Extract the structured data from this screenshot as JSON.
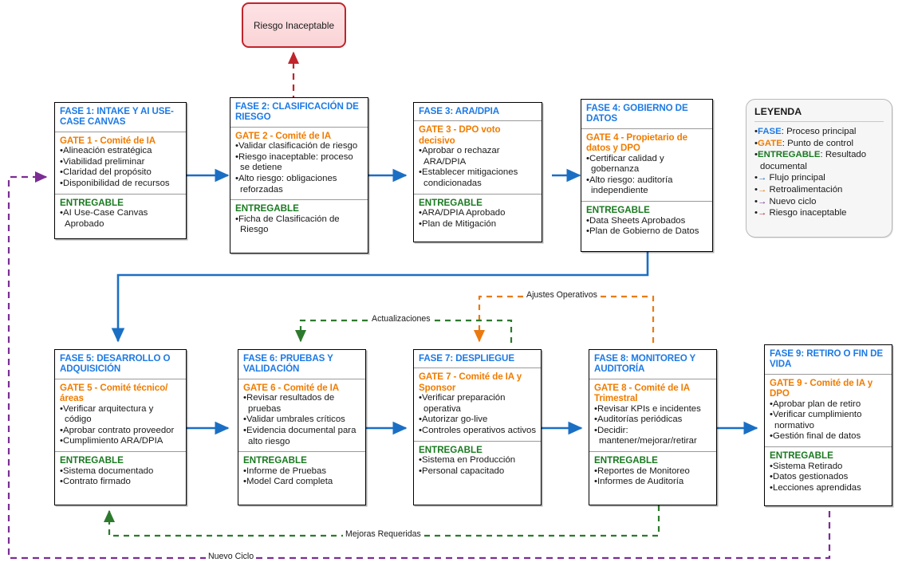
{
  "diagram": {
    "risk_node": {
      "label": "Riesgo Inaceptable"
    },
    "phases": [
      {
        "phase": "FASE 1: INTAKE Y AI USE-CASE CANVAS",
        "gate": "GATE 1 - Comité de IA",
        "gate_items": [
          "Alineación estratégica",
          "Viabilidad preliminar",
          "Claridad del propósito",
          "Disponibilidad de recursos"
        ],
        "deliverable_title": "ENTREGABLE",
        "deliverables": [
          "AI Use-Case Canvas Aprobado"
        ]
      },
      {
        "phase": "FASE 2: CLASIFICACIÓN DE RIESGO",
        "gate": "GATE 2 - Comité de IA",
        "gate_items": [
          "Validar clasificación de riesgo",
          "Riesgo inaceptable: proceso se detiene",
          "Alto riesgo: obligaciones reforzadas"
        ],
        "deliverable_title": "ENTREGABLE",
        "deliverables": [
          "Ficha de Clasificación de Riesgo"
        ]
      },
      {
        "phase": "FASE 3: ARA/DPIA",
        "gate": "GATE 3 - DPO voto decisivo",
        "gate_items": [
          "Aprobar o rechazar ARA/DPIA",
          "Establecer mitigaciones condicionadas"
        ],
        "deliverable_title": "ENTREGABLE",
        "deliverables": [
          "ARA/DPIA Aprobado",
          "Plan de Mitigación"
        ]
      },
      {
        "phase": "FASE 4: GOBIERNO DE DATOS",
        "gate": "GATE 4 - Propietario de datos y DPO",
        "gate_items": [
          "Certificar calidad y gobernanza",
          "Alto riesgo: auditoría independiente"
        ],
        "deliverable_title": "ENTREGABLE",
        "deliverables": [
          "Data Sheets Aprobados",
          "Plan de Gobierno de Datos"
        ]
      },
      {
        "phase": "FASE 5: DESARROLLO O ADQUISICIÓN",
        "gate": "GATE 5 - Comité técnico/áreas",
        "gate_items": [
          "Verificar arquitectura y código",
          "Aprobar contrato proveedor",
          "Cumplimiento ARA/DPIA"
        ],
        "deliverable_title": "ENTREGABLE",
        "deliverables": [
          "Sistema documentado",
          "Contrato firmado"
        ]
      },
      {
        "phase": "FASE 6: PRUEBAS Y VALIDACIÓN",
        "gate": "GATE 6 - Comité de IA",
        "gate_items": [
          "Revisar resultados de pruebas",
          "Validar umbrales críticos",
          "Evidencia documental para alto riesgo"
        ],
        "deliverable_title": "ENTREGABLE",
        "deliverables": [
          "Informe de Pruebas",
          "Model Card completa"
        ]
      },
      {
        "phase": "FASE 7: DESPLIEGUE",
        "gate": "GATE 7 - Comité de IA y Sponsor",
        "gate_items": [
          "Verificar preparación operativa",
          "Autorizar go-live",
          "Controles operativos activos"
        ],
        "deliverable_title": "ENTREGABLE",
        "deliverables": [
          "Sistema en Producción",
          "Personal capacitado"
        ]
      },
      {
        "phase": "FASE 8: MONITOREO Y AUDITORÍA",
        "gate": "GATE 8 - Comité de IA Trimestral",
        "gate_items": [
          "Revisar KPIs e incidentes",
          "Auditorías periódicas",
          "Decidir: mantener/mejorar/retirar"
        ],
        "deliverable_title": "ENTREGABLE",
        "deliverables": [
          "Reportes de Monitoreo",
          "Informes de Auditoría"
        ]
      },
      {
        "phase": "FASE 9: RETIRO O FIN DE VIDA",
        "gate": "GATE 9 - Comité de IA y DPO",
        "gate_items": [
          "Aprobar plan de retiro",
          "Verificar cumplimiento normativo",
          "Gestión final de datos"
        ],
        "deliverable_title": "ENTREGABLE",
        "deliverables": [
          "Sistema Retirado",
          "Datos gestionados",
          "Lecciones aprendidas"
        ]
      }
    ],
    "edge_labels": {
      "ajustes": "Ajustes Operativos",
      "actualizaciones": "Actualizaciones",
      "mejoras": "Mejoras Requeridas",
      "nuevo_ciclo": "Nuevo Ciclo"
    },
    "legend": {
      "title": "LEYENDA",
      "items": [
        {
          "key": "FASE",
          "key_class": "k-fase",
          "text": ": Proceso principal"
        },
        {
          "key": "GATE",
          "key_class": "k-gate",
          "text": ": Punto de control"
        },
        {
          "key": "ENTREGABLE",
          "key_class": "k-ent",
          "text": ": Resultado documental"
        },
        {
          "key": "→",
          "key_class": "ar ar-blue",
          "text": " Flujo principal"
        },
        {
          "key": "→",
          "key_class": "ar ar-orange",
          "text": " Retroalimentación"
        },
        {
          "key": "→",
          "key_class": "ar ar-purple",
          "text": " Nuevo ciclo"
        },
        {
          "key": "→",
          "key_class": "ar ar-red",
          "text": " Riesgo inaceptable"
        }
      ]
    },
    "colors": {
      "phase": "#1d7ae4",
      "gate": "#f07c00",
      "deliverable": "#1a7a21",
      "main_flow": "#1a6fc4",
      "feedback": "#ea7a10",
      "updates": "#2d7a2d",
      "new_cycle": "#7b2d94",
      "risk": "#c0242c"
    }
  }
}
